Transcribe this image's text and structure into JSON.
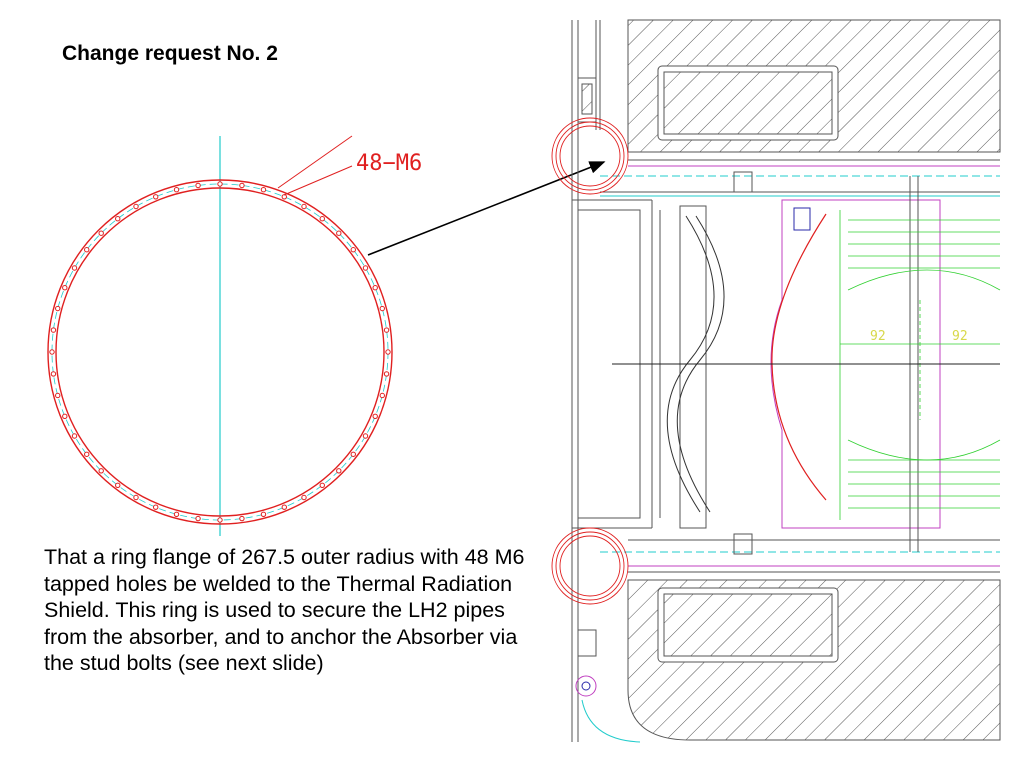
{
  "slide": {
    "title": "Change request No. 2",
    "body": "That a ring flange of 267.5 outer radius with 48 M6 tapped holes be welded to the Thermal Radiation Shield. This ring is used to secure the LH2 pipes from the absorber, and to anchor the Absorber via the stud bolts (see next slide)"
  },
  "flange_drawing": {
    "hole_callout": "48−M6",
    "hole_count": 48
  },
  "section_drawing": {
    "dimension_labels": [
      "92",
      "92"
    ]
  },
  "colors": {
    "flange_outline": "#e02020",
    "centerline": "#22cccc",
    "cad_lines": "#555555",
    "magenta_outline": "#c040c0",
    "green_detail": "#30d030",
    "leader_arrow": "#000000"
  }
}
